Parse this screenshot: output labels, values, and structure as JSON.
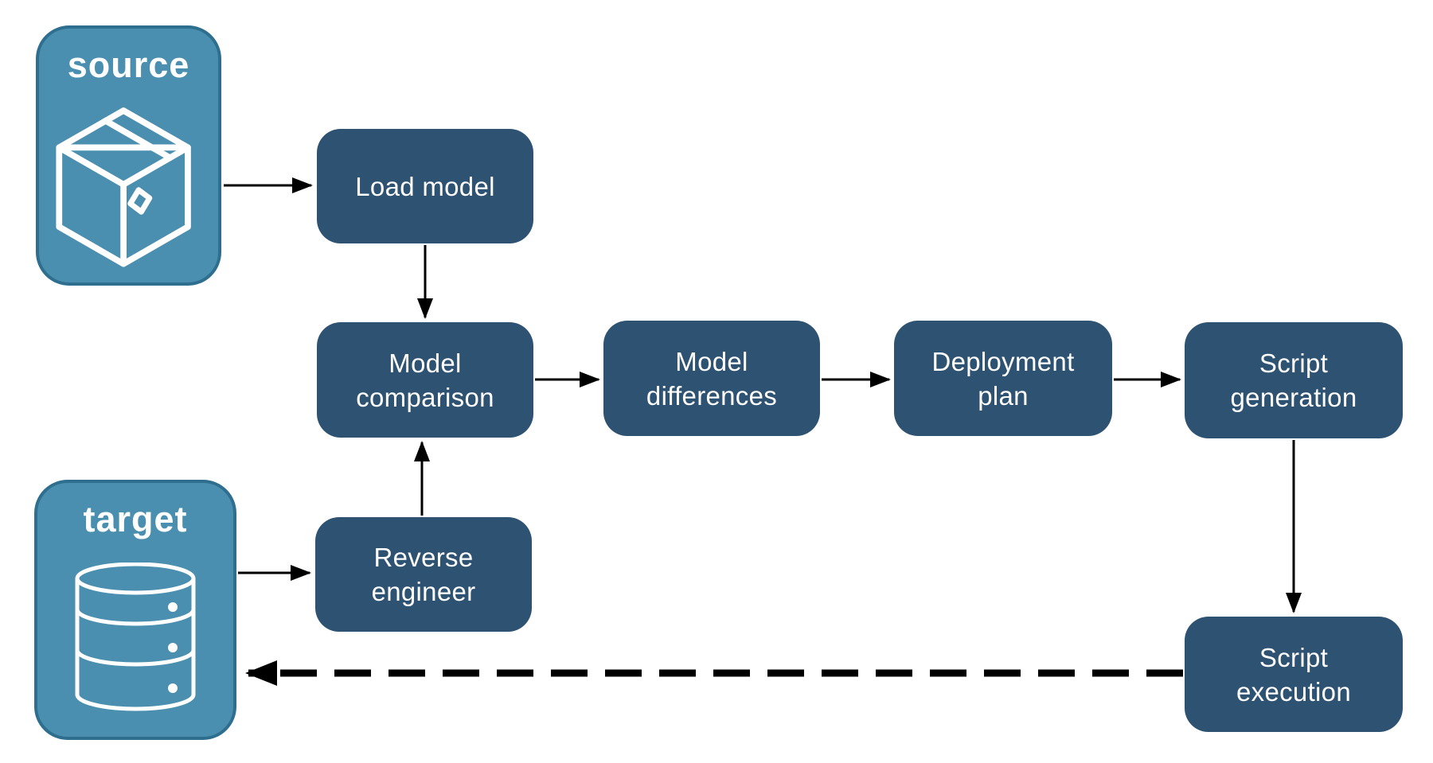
{
  "diagram": {
    "type": "flowchart",
    "entities": {
      "source": {
        "label": "source",
        "icon": "package-icon"
      },
      "target": {
        "label": "target",
        "icon": "database-icon"
      }
    },
    "steps": {
      "load_model": {
        "label": "Load model"
      },
      "model_comparison": {
        "label": "Model\ncomparison"
      },
      "model_differences": {
        "label": "Model\ndifferences"
      },
      "deployment_plan": {
        "label": "Deployment\nplan"
      },
      "script_generation": {
        "label": "Script\ngeneration"
      },
      "reverse_engineer": {
        "label": "Reverse\nengineer"
      },
      "script_execution": {
        "label": "Script\nexecution"
      }
    },
    "edges": [
      {
        "from": "source",
        "to": "Load model",
        "style": "solid"
      },
      {
        "from": "Load model",
        "to": "Model comparison",
        "style": "solid"
      },
      {
        "from": "target",
        "to": "Reverse engineer",
        "style": "solid"
      },
      {
        "from": "Reverse engineer",
        "to": "Model comparison",
        "style": "solid"
      },
      {
        "from": "Model comparison",
        "to": "Model differences",
        "style": "solid"
      },
      {
        "from": "Model differences",
        "to": "Deployment plan",
        "style": "solid"
      },
      {
        "from": "Deployment plan",
        "to": "Script generation",
        "style": "solid"
      },
      {
        "from": "Script generation",
        "to": "Script execution",
        "style": "solid"
      },
      {
        "from": "Script execution",
        "to": "target",
        "style": "dashed"
      }
    ],
    "colors": {
      "step_fill": "#2E5271",
      "entity_fill": "#4A8FAF",
      "entity_border": "#2E6E8E",
      "arrow": "#000000",
      "text": "#FFFFFF",
      "background": "#FFFFFF"
    }
  }
}
